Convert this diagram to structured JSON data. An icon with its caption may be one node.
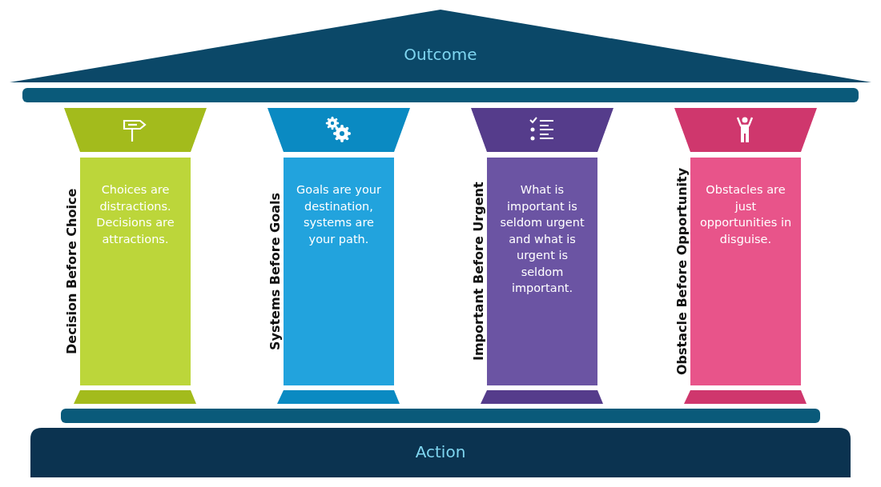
{
  "diagram": {
    "nodes": [
      {
        "text": [
          "Outcome"
        ]
      },
      {
        "text": [
          "Decision Before Choice",
          "Choices are distractions. Decisions are attractions."
        ]
      },
      {
        "text": [
          "Systems Before Goals",
          "Goals are your destination, systems are your path."
        ]
      },
      {
        "text": [
          "Important Before Urgent",
          "What is important is seldom urgent and what is urgent is seldom important."
        ]
      },
      {
        "text": [
          "Obstacle Before Opportunity",
          "Obstacles are just opportunities in disguise."
        ]
      },
      {
        "text": [
          "Action"
        ]
      }
    ]
  }
}
